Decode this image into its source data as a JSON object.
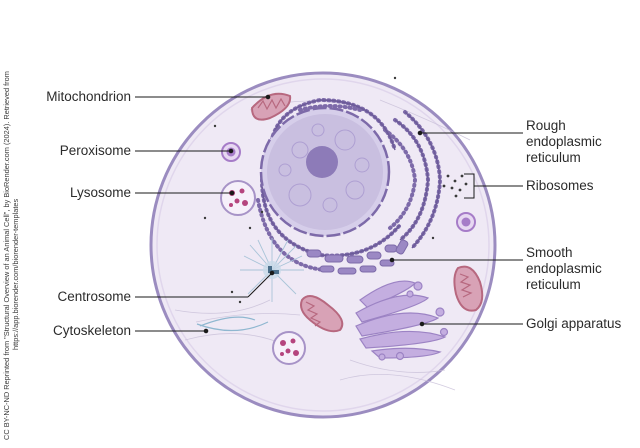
{
  "labels": {
    "mitochondrion": "Mitochondrion",
    "peroxisome": "Peroxisome",
    "lysosome": "Lysosome",
    "centrosome": "Centrosome",
    "cytoskeleton": "Cytoskeleton",
    "rough_er": [
      "Rough",
      "endoplasmic",
      "reticulum"
    ],
    "ribosomes": "Ribosomes",
    "smooth_er": [
      "Smooth",
      "endoplasmic",
      "reticulum"
    ],
    "golgi": "Golgi apparatus"
  },
  "credit": {
    "line1": "CC BY-NC-ND Reprinted from \"Structural Overview of an Animal Cell\", by BioRender.com (2024). Retrieved from",
    "line2": "https://app.biorender.com/biorender-templates"
  },
  "colors": {
    "cell_fill": "#efe9f5",
    "cell_stroke": "#9b8cc0",
    "nucleus_fill": "#c9bfe0",
    "nucleolus": "#8d7bb8",
    "er": "#7d6aa9",
    "mito_fill": "#d8a2b6",
    "mito_stroke": "#b7687f",
    "golgi": "#b69cd4",
    "lysosome_dot": "#b5457e"
  }
}
